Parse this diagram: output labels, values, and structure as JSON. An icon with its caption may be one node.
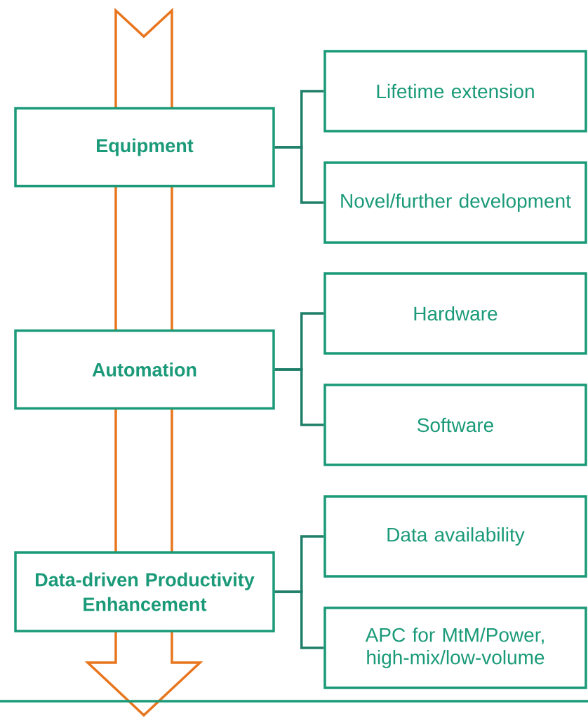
{
  "diagram": {
    "nodes": [
      {
        "text": [
          "Equipment"
        ]
      },
      {
        "text": [
          "Lifetime extension"
        ]
      },
      {
        "text": [
          "Novel/further development"
        ]
      },
      {
        "text": [
          "Automation"
        ]
      },
      {
        "text": [
          "Hardware"
        ]
      },
      {
        "text": [
          "Software"
        ]
      },
      {
        "text": [
          "Data-driven Productivity Enhancement"
        ]
      },
      {
        "text": [
          "Data availability"
        ]
      },
      {
        "text": [
          "APC for MtM/Power, high-mix/low-volume"
        ]
      }
    ],
    "edges": [
      {
        "from": 0,
        "to": 1,
        "arrow": "none"
      },
      {
        "from": 0,
        "to": 2,
        "arrow": "none"
      },
      {
        "from": 3,
        "to": 4,
        "arrow": "none"
      },
      {
        "from": 3,
        "to": 5,
        "arrow": "none"
      },
      {
        "from": 6,
        "to": 7,
        "arrow": "none"
      },
      {
        "from": 6,
        "to": 8,
        "arrow": "none"
      }
    ]
  }
}
